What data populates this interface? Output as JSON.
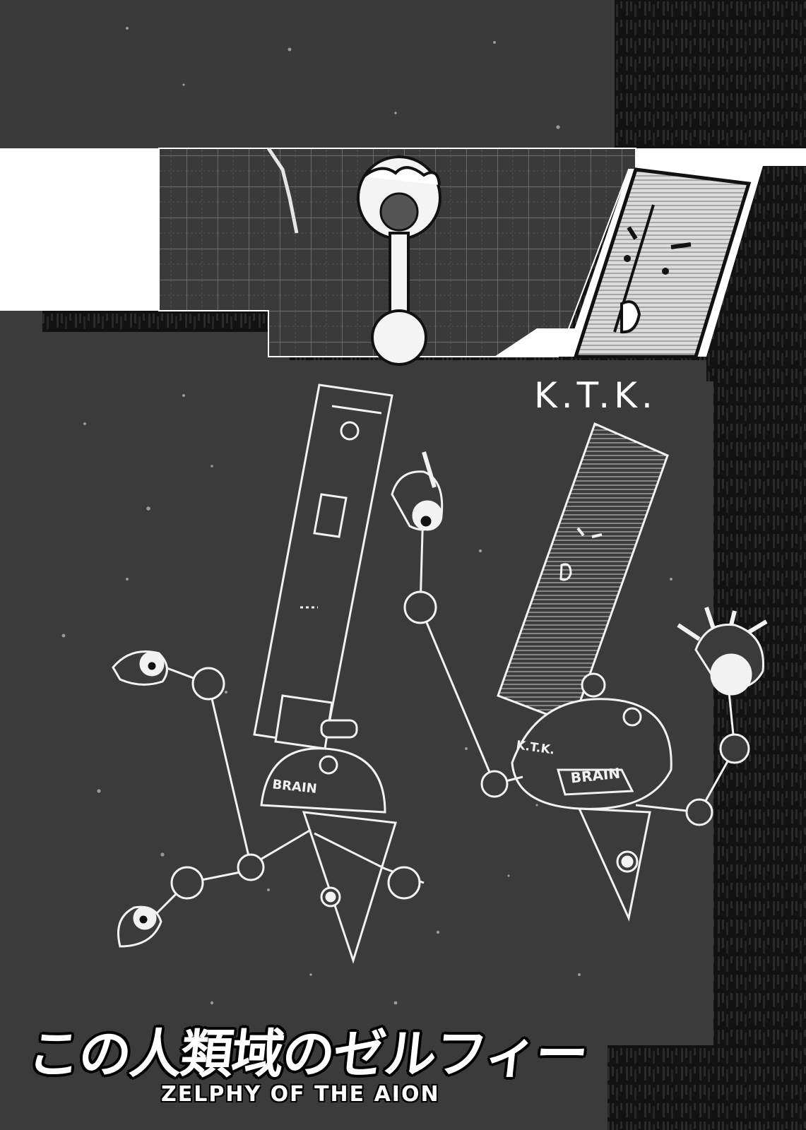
{
  "page": {
    "title_jp": "この人類域のゼルフィー",
    "title_en": "ZELPHY OF THE AION",
    "author": "K.T.K."
  },
  "robots": {
    "left_body_label": "BRAIN",
    "right_head_label": "K.T.K.",
    "right_body_label": "BRAIN"
  },
  "colors": {
    "background": "#0d0d0d",
    "panel_gray": "#3b3b3b",
    "line_art": "#f2f2f2",
    "circuit": "#1b1b1b"
  }
}
